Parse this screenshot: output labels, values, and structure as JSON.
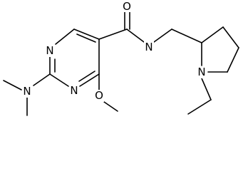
{
  "atoms": {
    "carbonyl_oxygen": "O",
    "amide_nitrogen": "N",
    "ring_nitrogen_top": "N",
    "ring_nitrogen_bottom": "N",
    "dimethylamino_nitrogen": "N",
    "methoxy_oxygen": "O",
    "pyrrolidine_nitrogen": "N"
  }
}
